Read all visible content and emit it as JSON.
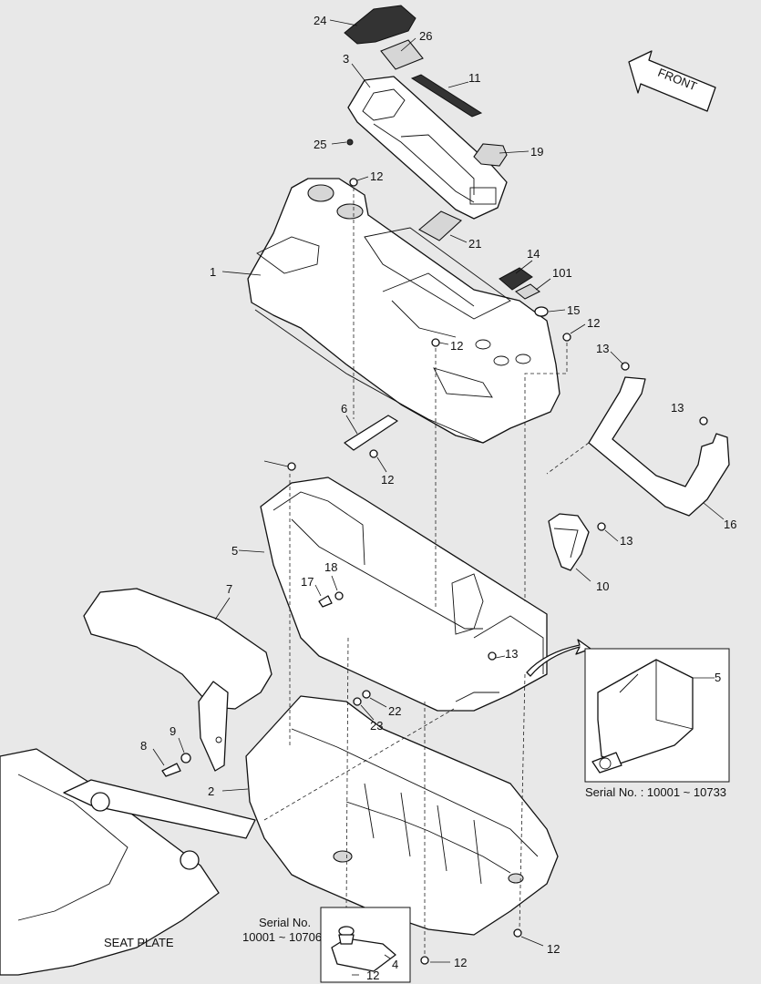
{
  "front_arrow": {
    "label": "FRONT"
  },
  "seat_plate": {
    "label": "SEAT PLATE"
  },
  "inset": {
    "caption": "Serial No. : 10001 ~ 10733",
    "callout": "5"
  },
  "serial_box": {
    "line1": "Serial No.",
    "line2": "10001 ~ 10706"
  },
  "callouts": [
    "24",
    "26",
    "3",
    "11",
    "25",
    "19",
    "12",
    "21",
    "1",
    "14",
    "101",
    "15",
    "12",
    "12",
    "13",
    "6",
    "13",
    "12",
    "16",
    "5",
    "13",
    "18",
    "17",
    "10",
    "7",
    "13",
    "22",
    "23",
    "9",
    "8",
    "2",
    "12",
    "12",
    "4",
    "12"
  ]
}
